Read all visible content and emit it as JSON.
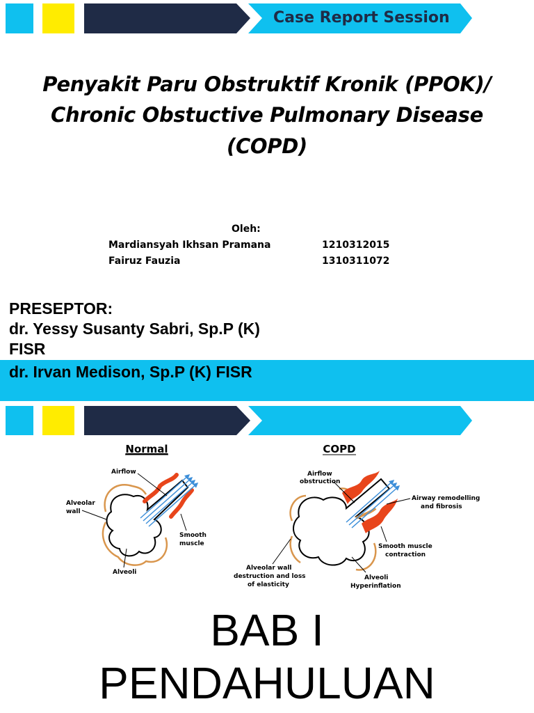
{
  "slide1": {
    "banner_label": "Case Report Session",
    "title_lines": [
      "Penyakit Paru Obstruktif Kronik (PPOK)/",
      "Chronic Obstuctive Pulmonary Disease",
      "(COPD)"
    ],
    "by_label": "Oleh:",
    "authors": [
      {
        "name": "Mardiansyah Ikhsan Pramana",
        "id": "1210312015"
      },
      {
        "name": "Fairuz Fauzia",
        "id": "1310311072"
      }
    ],
    "preceptor_heading": "PRESEPTOR:",
    "preceptor_1_line1": "dr. Yessy Susanty Sabri, Sp.P (K)",
    "preceptor_1_line2": "FISR",
    "preceptor_2": "dr. Irvan Medison, Sp.P (K) FISR"
  },
  "slide2": {
    "normal": {
      "heading": "Normal",
      "labels": {
        "airflow": "Airflow",
        "alveolar_wall_1": "Alveolar",
        "alveolar_wall_2": "wall",
        "smooth_muscle_1": "Smooth",
        "smooth_muscle_2": "muscle",
        "alveoli": "Alveoli"
      }
    },
    "copd": {
      "heading": "COPD",
      "labels": {
        "airflow_obstruction_1": "Airflow",
        "airflow_obstruction_2": "obstruction",
        "airway_remodelling_1": "Airway remodelling",
        "airway_remodelling_2": "and fibrosis",
        "smooth_muscle_contraction_1": "Smooth muscle",
        "smooth_muscle_contraction_2": "contraction",
        "wall_destruction_1": "Alveolar wall",
        "wall_destruction_2": "destruction and loss",
        "wall_destruction_3": "of elasticity",
        "hyperinflation_1": "Alveoli",
        "hyperinflation_2": "Hyperinflation"
      }
    },
    "chapter_line1": "BAB I",
    "chapter_line2": "PENDAHULUAN"
  },
  "colors": {
    "cyan": "#0fc0ef",
    "yellow": "#ffec00",
    "navy": "#1f2b46",
    "airflow_blue": "#3d8fd9",
    "muscle_red": "#e8451b",
    "wall_orange": "#d9964d"
  }
}
